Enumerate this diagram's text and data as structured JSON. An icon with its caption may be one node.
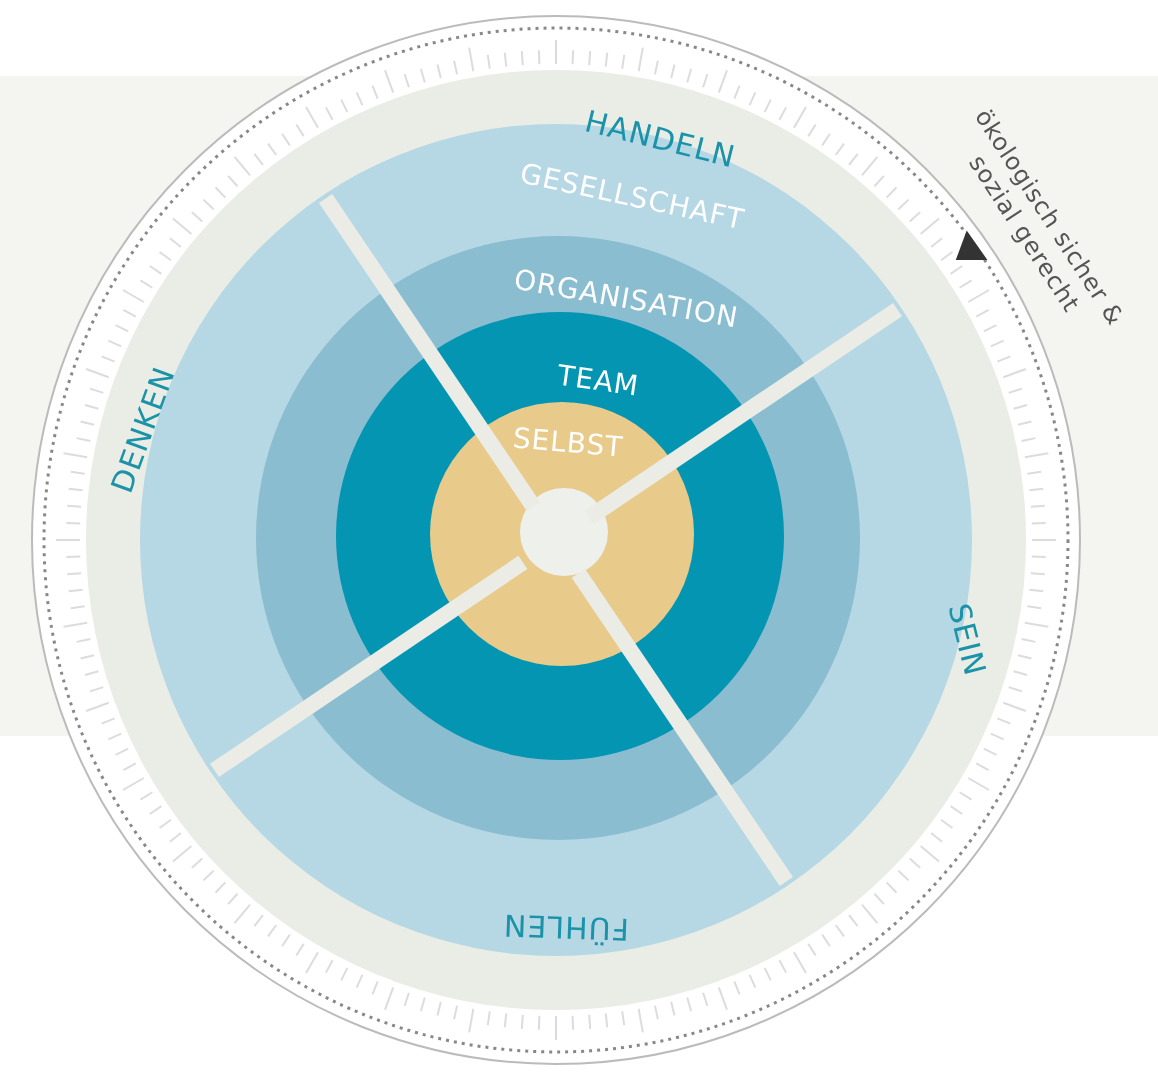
{
  "diagram": {
    "nodes": [
      {
        "text": [
          "GESELLSCHAFT"
        ]
      },
      {
        "text": [
          "ORGANISATION"
        ],
        "in": 0
      },
      {
        "text": [
          "TEAM"
        ],
        "in": 1
      },
      {
        "text": [
          "SELBST"
        ],
        "in": 2
      },
      {
        "text": [],
        "shape": "circle",
        "in": 3
      }
    ],
    "labels": [
      "HANDELN",
      "ökologisch sicher & sozial gerecht",
      "DENKEN",
      "SEIN",
      "FÜHLEN"
    ]
  }
}
